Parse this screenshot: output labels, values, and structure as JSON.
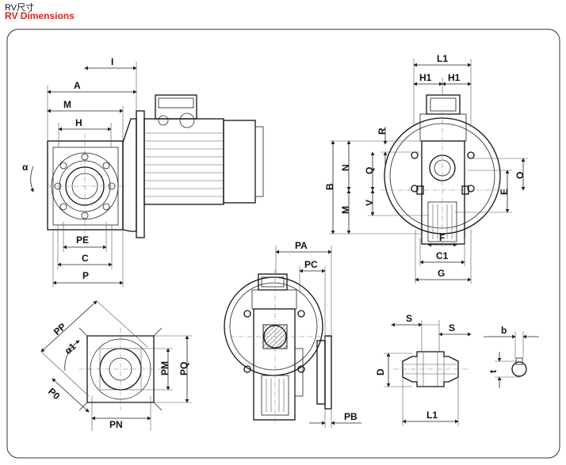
{
  "header": {
    "title_cn": "RV尺寸",
    "title_en": "RV Dimensions"
  },
  "view_side": {
    "labels": {
      "I": "I",
      "A": "A",
      "M": "M",
      "H": "H",
      "alpha": "α",
      "PE": "PE",
      "C": "C",
      "P": "P"
    }
  },
  "view_right": {
    "labels": {
      "L1": "L1",
      "H1a": "H1",
      "H1b": "H1",
      "R": "R",
      "N": "N",
      "Q": "Q",
      "B": "B",
      "M": "M",
      "V": "V",
      "O": "O",
      "E": "E",
      "F": "F",
      "C1": "C1",
      "G": "G"
    }
  },
  "view_flange": {
    "labels": {
      "PP": "PP",
      "alpha1": "α1",
      "P0": "P0",
      "PM": "PM",
      "PQ": "PQ",
      "PN": "PN"
    }
  },
  "view_section": {
    "labels": {
      "PA": "PA",
      "PC": "PC",
      "PB": "PB"
    }
  },
  "view_shaft": {
    "labels": {
      "S1": "S",
      "S2": "S",
      "D": "D",
      "L1": "L1"
    }
  },
  "view_key": {
    "labels": {
      "b": "b",
      "t": "t"
    }
  }
}
